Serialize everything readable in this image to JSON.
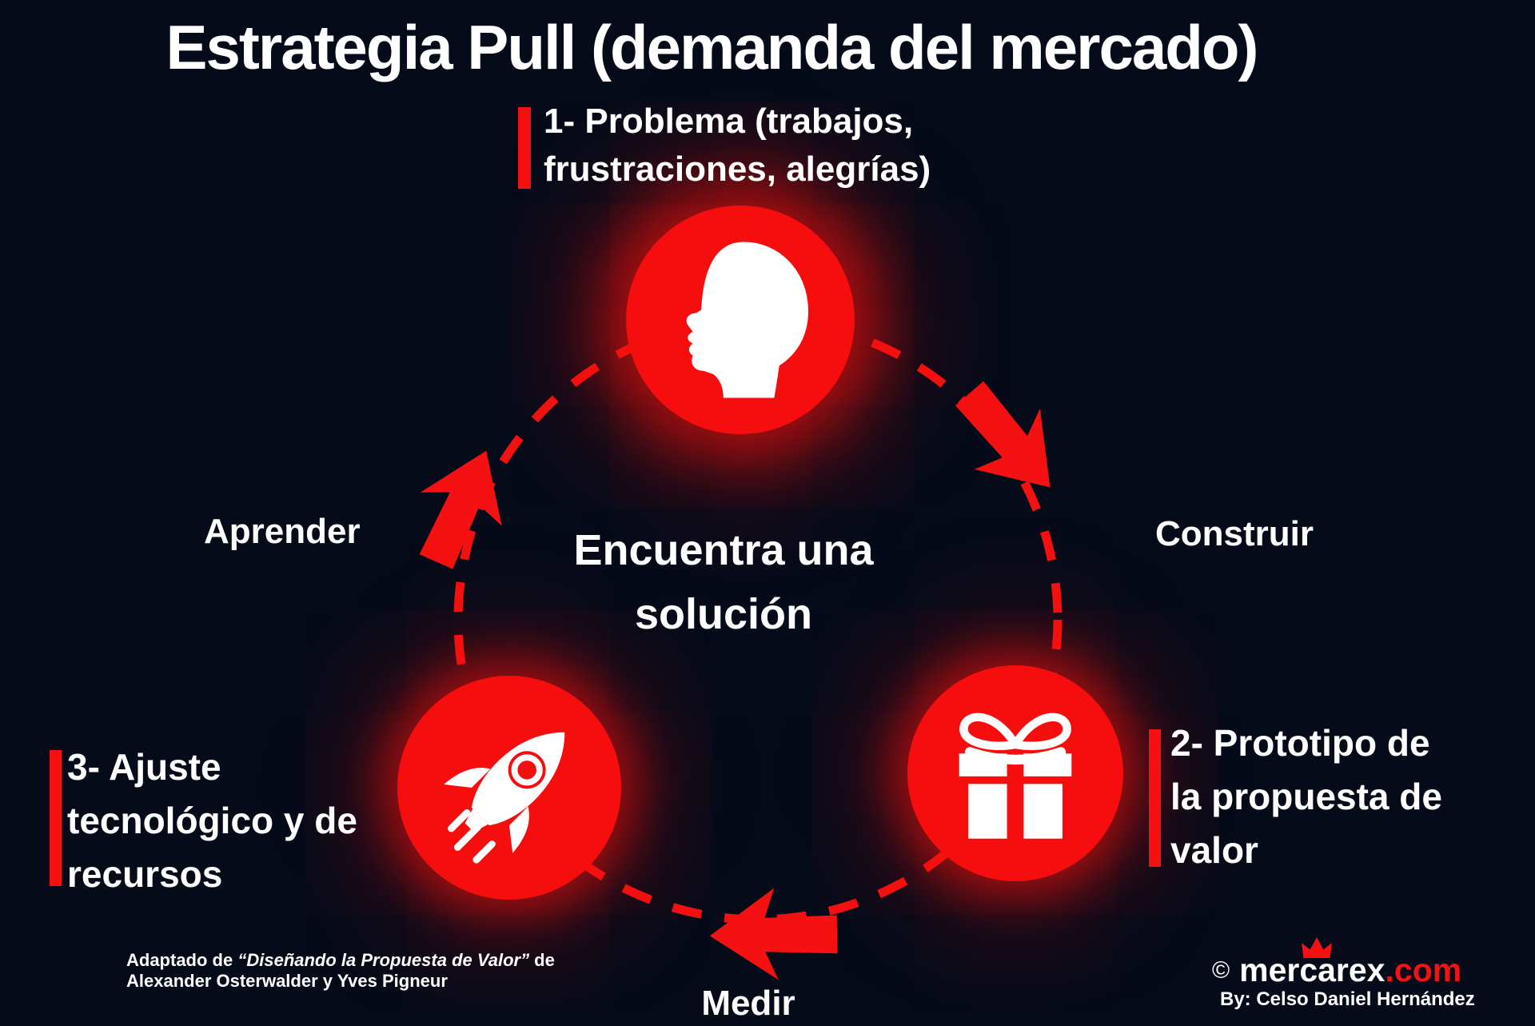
{
  "title": "Estrategia Pull (demanda del mercado)",
  "colors": {
    "background": "#050b19",
    "accent_red": "#f51111",
    "node_red": "#f60d0d",
    "text": "#ffffff"
  },
  "steps": {
    "problema": {
      "lines": [
        "1- Problema (trabajos,",
        "frustraciones, alegrías)"
      ],
      "icon": "head-profile-icon"
    },
    "prototipo": {
      "lines": [
        "2- Prototipo de",
        "la propuesta de",
        "valor"
      ],
      "icon": "gift-icon"
    },
    "ajuste": {
      "lines": [
        "3- Ajuste",
        "tecnológico y de",
        "recursos"
      ],
      "icon": "rocket-icon"
    }
  },
  "cycle": {
    "center_text": {
      "lines": [
        "Encuentra una",
        "solución"
      ]
    },
    "stage_labels": {
      "aprender": "Aprender",
      "construir": "Construir",
      "medir": "Medir"
    },
    "arrow_icons": [
      "up-right-arrow-icon",
      "down-right-arrow-icon",
      "left-arrow-icon"
    ]
  },
  "attribution": {
    "prefix": "Adaptado de ",
    "work": "“Diseñando la Propuesta de Valor”",
    "suffix": " de",
    "authors": "Alexander Osterwalder y Yves Pigneur"
  },
  "branding": {
    "copyright": "©",
    "brand": "mercarex",
    "tld": ".com",
    "crown": "crown-icon",
    "byline": "By: Celso Daniel Hernández"
  }
}
